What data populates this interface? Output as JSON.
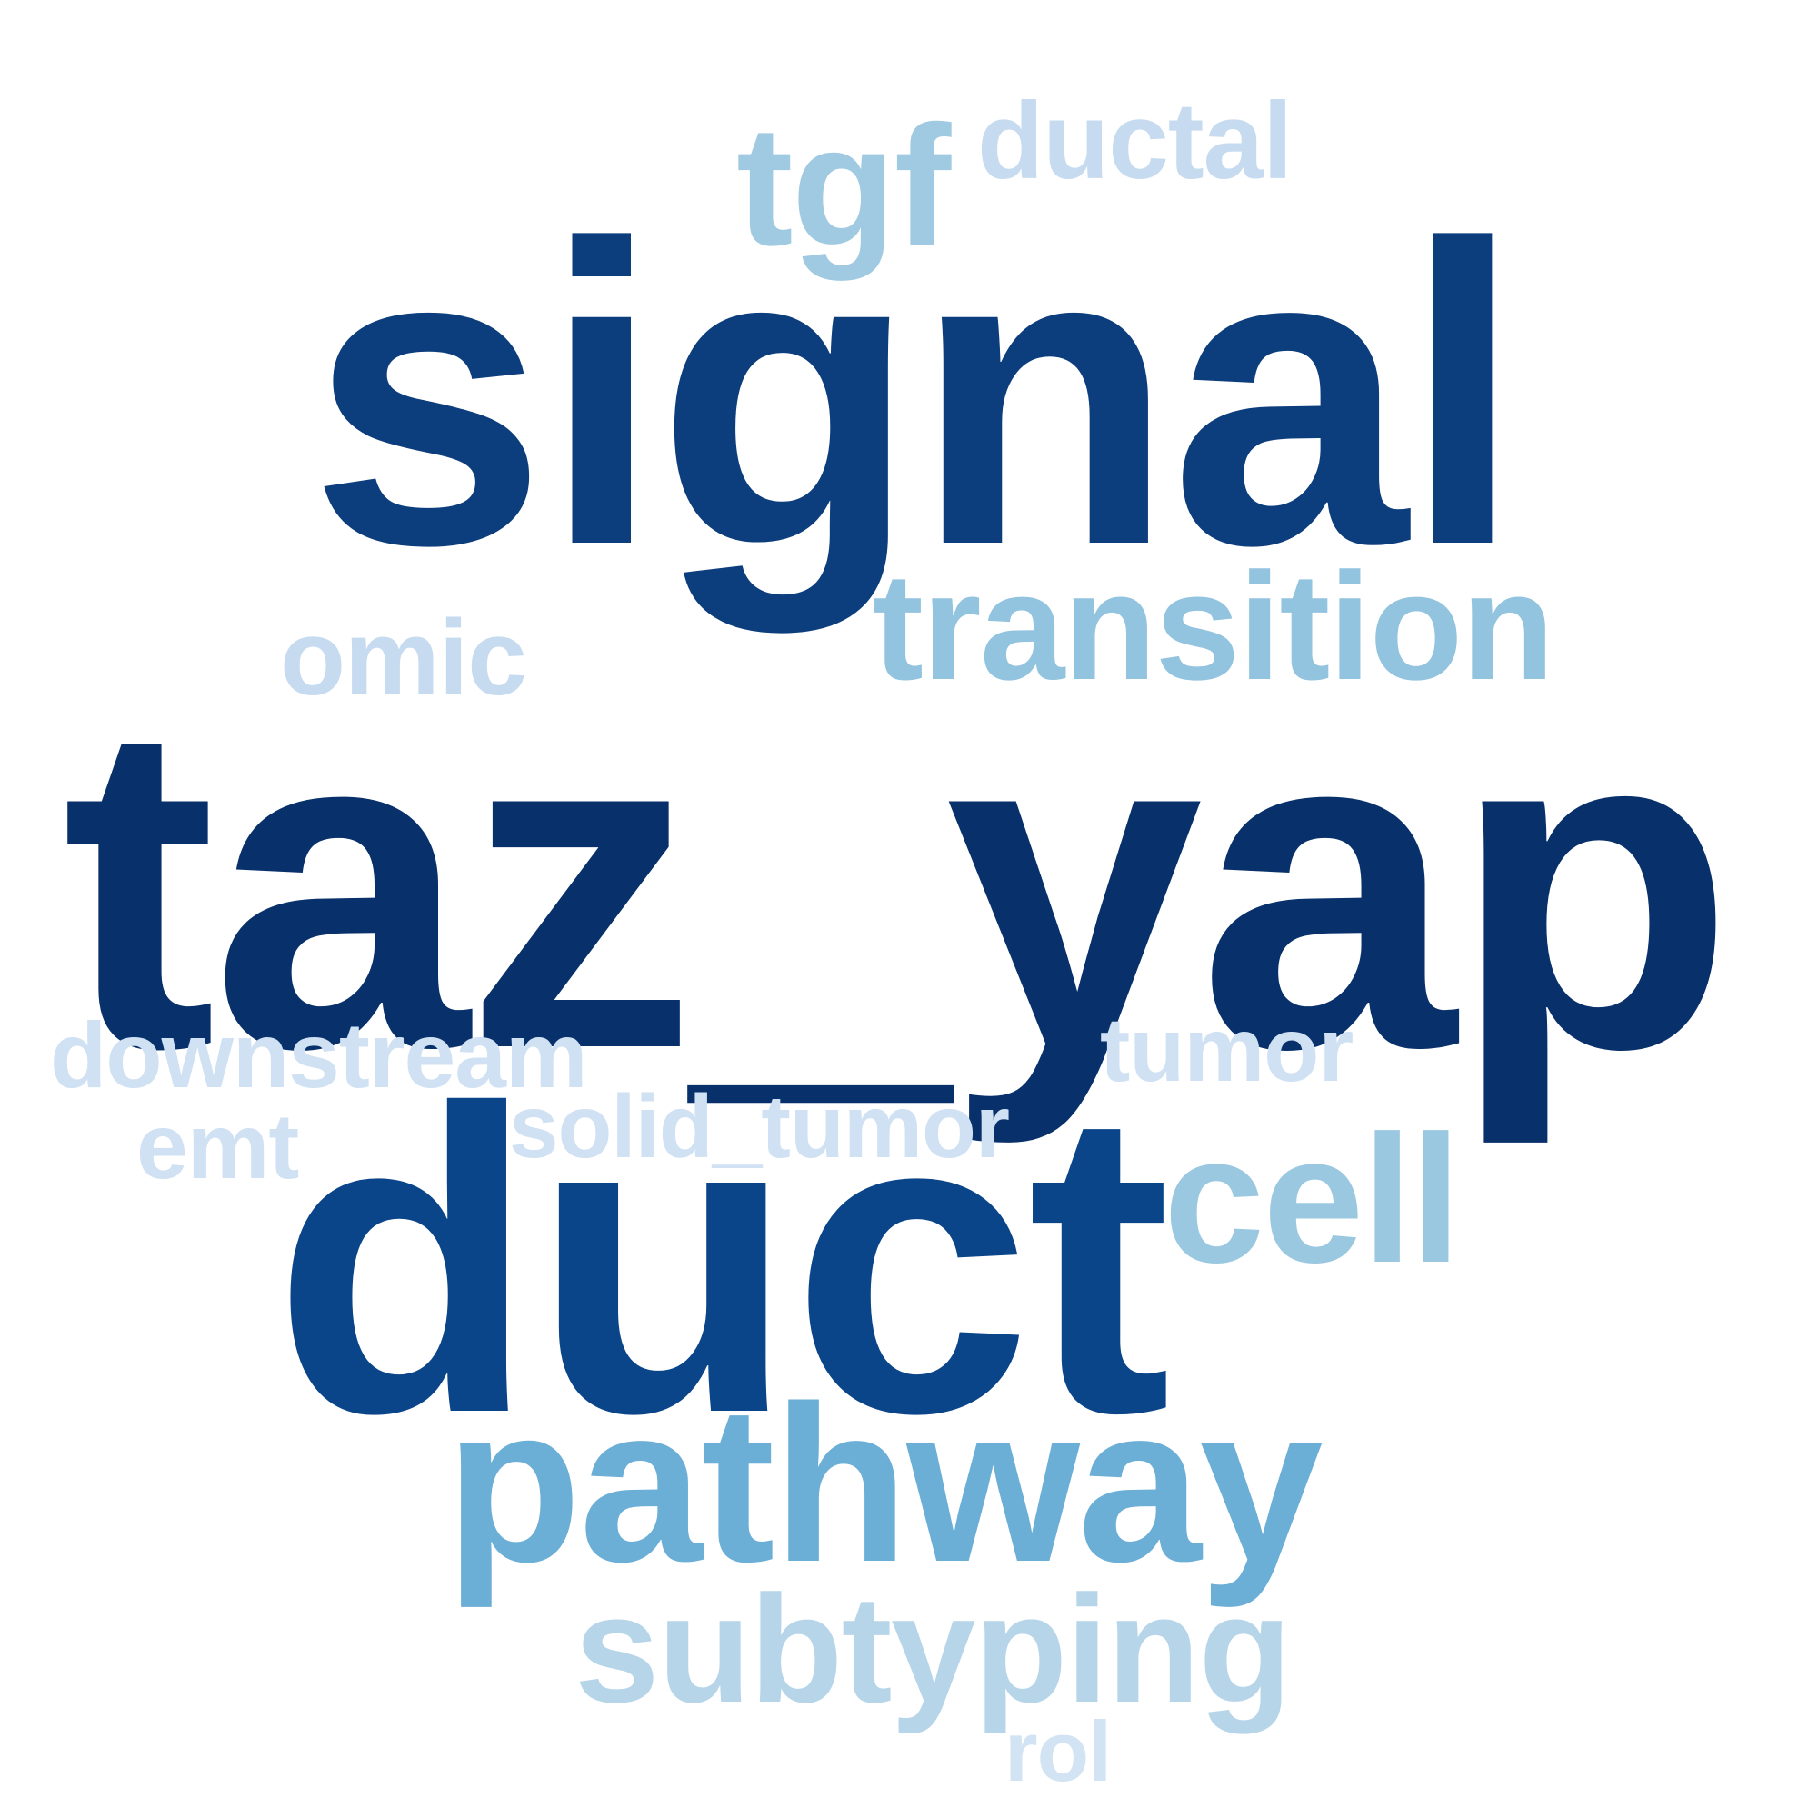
{
  "words": [
    {
      "id": "w-taz-yap",
      "text": "taz_yap",
      "color": "#08306b"
    },
    {
      "id": "w-signal",
      "text": "signal",
      "color": "#0c3d7c"
    },
    {
      "id": "w-duct",
      "text": "duct",
      "color": "#0a4589"
    },
    {
      "id": "w-pathway",
      "text": "pathway",
      "color": "#6baed6"
    },
    {
      "id": "w-transition",
      "text": "transition",
      "color": "#92c3df"
    },
    {
      "id": "w-cell",
      "text": "cell",
      "color": "#9ac8e0"
    },
    {
      "id": "w-tgf",
      "text": "tgf",
      "color": "#a0cae2"
    },
    {
      "id": "w-subtyping",
      "text": "subtyping",
      "color": "#b6d5e9"
    },
    {
      "id": "w-ductal",
      "text": "ductal",
      "color": "#c6dbef"
    },
    {
      "id": "w-omic",
      "text": "omic",
      "color": "#c6dbef"
    },
    {
      "id": "w-downstream",
      "text": "downstream",
      "color": "#cfe1f2"
    },
    {
      "id": "w-solid-tumor",
      "text": "solid_tumor",
      "color": "#cfe1f2"
    },
    {
      "id": "w-tumor",
      "text": "tumor",
      "color": "#cfe1f2"
    },
    {
      "id": "w-emt",
      "text": "emt",
      "color": "#cfe1f2"
    },
    {
      "id": "w-rol",
      "text": "rol",
      "color": "#d2e3f3"
    }
  ]
}
